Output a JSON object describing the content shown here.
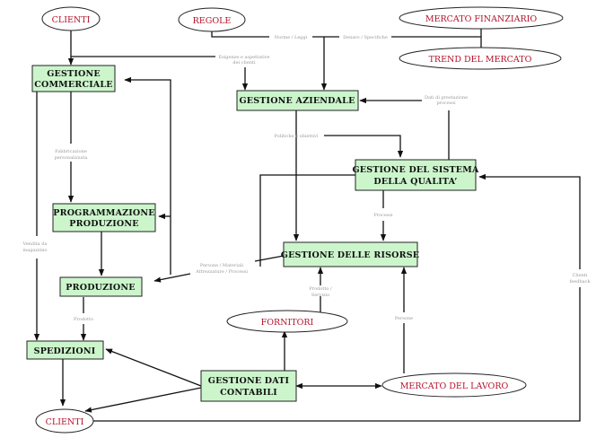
{
  "nodes": {
    "clienti_top": "CLIENTI",
    "regole": "REGOLE",
    "mercato_finanziario": "MERCATO FINANZIARIO",
    "trend_mercato": "TREND DEL MERCATO",
    "gestione_commerciale": [
      "GESTIONE",
      "COMMERCIALE"
    ],
    "gestione_aziendale": "GESTIONE AZIENDALE",
    "gestione_qualita": [
      "GESTIONE DEL SISTEMA",
      "DELLA QUALITA’"
    ],
    "programmazione_produzione": [
      "PROGRAMMAZIONE",
      "PRODUZIONE"
    ],
    "gestione_risorse": "GESTIONE DELLE RISORSE",
    "produzione": "PRODUZIONE",
    "fornitori": "FORNITORI",
    "spedizioni": "SPEDIZIONI",
    "gestione_dati_contabili": [
      "GESTIONE DATI",
      "CONTABILI"
    ],
    "mercato_lavoro": "MERCATO DEL LAVORO",
    "clienti_bottom": "CLIENTI"
  },
  "edge_labels": {
    "norme_leggi": "Norme / Leggi",
    "denaro_specifiche": "Denaro / Specifiche",
    "esigenze_aspettative": [
      "Esigenze e aspettative",
      "dei clienti"
    ],
    "dati_prestazione": [
      "Dati di prestazione",
      "processi"
    ],
    "politiche_obiettivi": "Politiche e obiettivi",
    "fabbricazione": [
      "Fabbricazione",
      "personalizzata"
    ],
    "vendita_magazzino": [
      "Vendita da",
      "magazzino"
    ],
    "processi": "Processi",
    "persone_materiali": [
      "Persone / Materiali",
      "Attrezzature / Processi"
    ],
    "prodotto_servizio": [
      "Prodotto /",
      "Servizio"
    ],
    "persone": "Persone",
    "prodotto": "Prodotto",
    "clienti_feedback": [
      "Clienti",
      "feedback"
    ]
  }
}
